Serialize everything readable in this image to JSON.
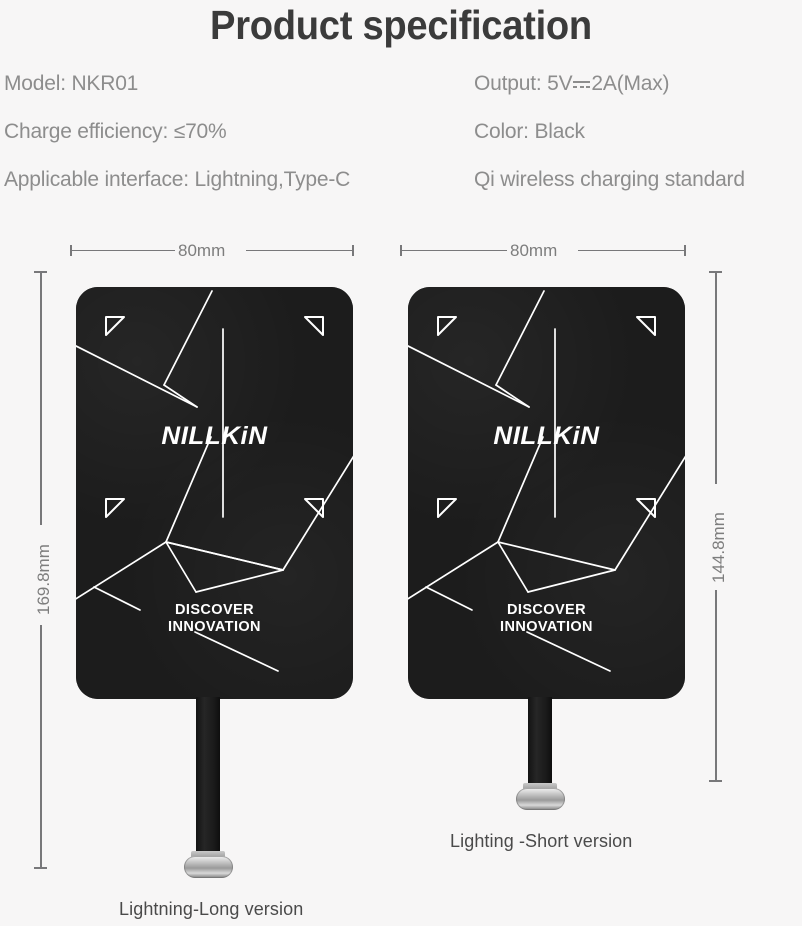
{
  "header": {
    "title": "Product specification"
  },
  "specs": {
    "left_column": [
      "Model: NKR01",
      "Charge efficiency: ≤70%",
      "Applicable interface: Lightning,Type-C"
    ],
    "right_column": [
      {
        "prefix": "Output: 5V",
        "icon": "dc-current-icon",
        "suffix": "2A(Max)"
      },
      {
        "prefix": "Color: Black"
      },
      {
        "prefix": "Qi wireless charging standard"
      }
    ]
  },
  "diagram": {
    "products": [
      {
        "id": "lightning-long",
        "width_label": "80mm",
        "height_label": "169.8mm",
        "brand": "NILLKiN",
        "tagline_line1": "DISCOVER",
        "tagline_line2": "INNOVATION",
        "caption": "Lightning-Long version"
      },
      {
        "id": "lighting-short",
        "width_label": "80mm",
        "height_label": "144.8mm",
        "brand": "NILLKiN",
        "tagline_line1": "DISCOVER",
        "tagline_line2": "INNOVATION",
        "caption": "Lighting -Short version"
      }
    ]
  },
  "colors": {
    "background": "#f7f6f6",
    "title_text": "#3b3b3b",
    "spec_text": "#8d8d8d",
    "dimension_line": "#78787a",
    "dimension_text": "#7d7d7d",
    "card_body": "#1b1b1b",
    "card_artwork": "#ffffff",
    "caption_text": "#4a4a4a",
    "connector_metal": "#c9c9c9"
  }
}
